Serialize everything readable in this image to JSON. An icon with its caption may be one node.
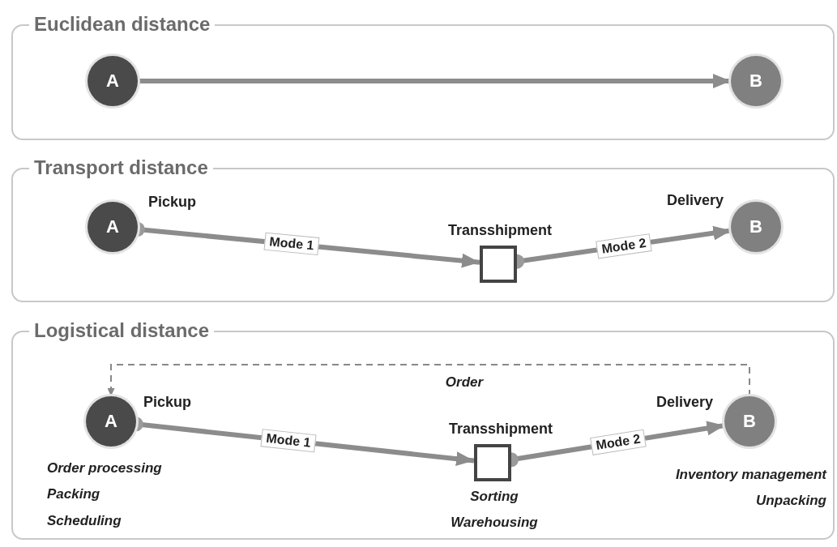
{
  "diagram": {
    "nodes": [
      {
        "text": [
          "Euclidean distance"
        ]
      },
      {
        "text": [
          "A"
        ],
        "in": 0
      },
      {
        "text": [
          "B"
        ],
        "in": 0
      },
      {
        "text": [
          "Transport distance"
        ]
      },
      {
        "text": [
          "A"
        ],
        "in": 3,
        "beside": [
          "Pickup"
        ]
      },
      {
        "text": [
          "Transshipment"
        ],
        "in": 3
      },
      {
        "text": [
          "B"
        ],
        "in": 3,
        "beside": [
          "Delivery"
        ]
      },
      {
        "text": [
          "Logistical distance"
        ]
      },
      {
        "text": [
          "A"
        ],
        "in": 7,
        "beside": [
          "Pickup",
          "Order processing",
          "Packing",
          "Scheduling"
        ]
      },
      {
        "text": [
          "Transshipment"
        ],
        "in": 7,
        "beside": [
          "Sorting",
          "Warehousing"
        ]
      },
      {
        "text": [
          "B"
        ],
        "in": 7,
        "beside": [
          "Delivery",
          "Inventory management",
          "Unpacking"
        ]
      }
    ],
    "edges": [
      {
        "from": 1,
        "to": 2,
        "arrow": "to"
      },
      {
        "from": 4,
        "to": 5,
        "arrow": "to",
        "label": "Mode 1"
      },
      {
        "from": 5,
        "to": 6,
        "arrow": "to",
        "label": "Mode 2"
      },
      {
        "from": 8,
        "to": 9,
        "arrow": "to",
        "label": "Mode 1"
      },
      {
        "from": 9,
        "to": 10,
        "arrow": "to",
        "label": "Mode 2"
      },
      {
        "from": 10,
        "to": 8,
        "arrow": "to",
        "label": "Order",
        "style": "dashed"
      }
    ]
  }
}
